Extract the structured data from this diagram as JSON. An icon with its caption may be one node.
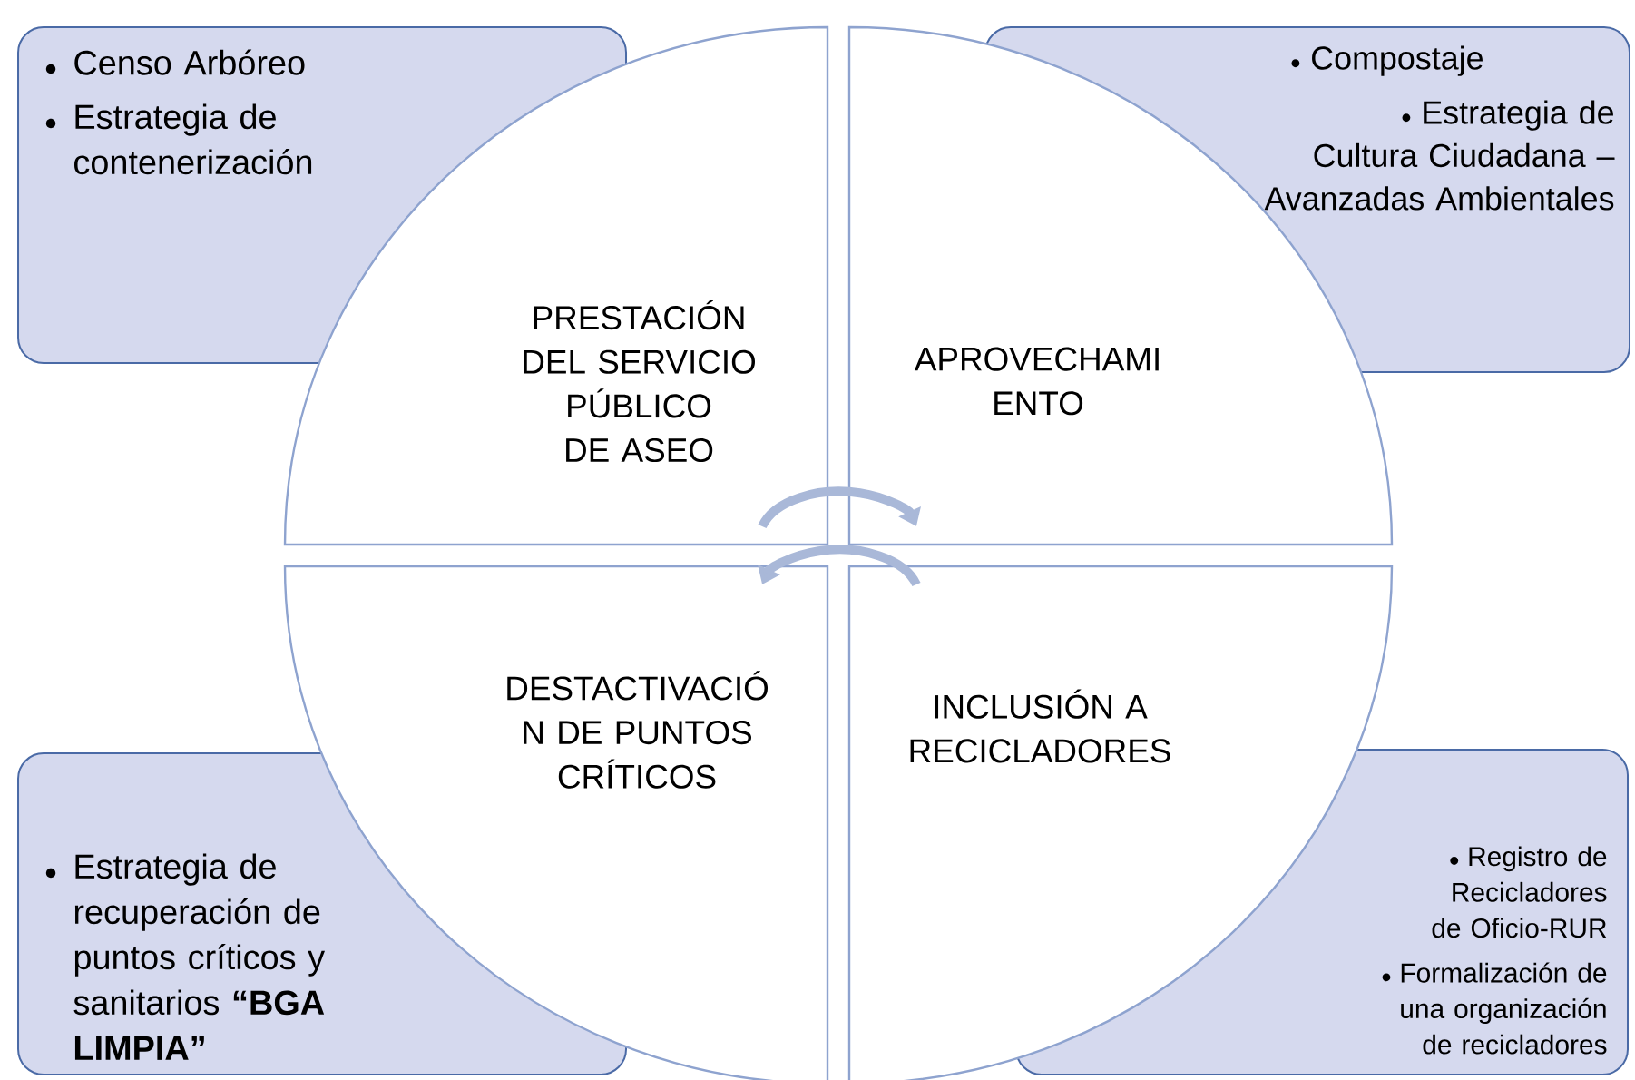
{
  "diagram": {
    "nodes": [
      {
        "text": [
          "Censo Arbóreo",
          "Estrategia de contenerización"
        ]
      },
      {
        "text": [
          "Compostaje",
          "Estrategia de Cultura Ciudadana – Avanzadas Ambientales"
        ]
      },
      {
        "text": [
          "PRESTACIÓN DEL SERVICIO PÚBLICO DE ASEO"
        ]
      },
      {
        "text": [
          "APROVECHAMI ENTO"
        ]
      },
      {
        "text": [
          "DESTACTIVACIÓ N DE PUNTOS CRÍTICOS"
        ]
      },
      {
        "text": [
          "INCLUSIÓN A RECICLADORES"
        ]
      },
      {
        "text": [
          "Estrategia de recuperación de puntos críticos y sanitarios **“BGA LIMPIA”**"
        ]
      },
      {
        "text": [
          "Registro de Recicladores de Oficio-RUR",
          "Formalización de una organización de recicladores"
        ]
      }
    ]
  }
}
